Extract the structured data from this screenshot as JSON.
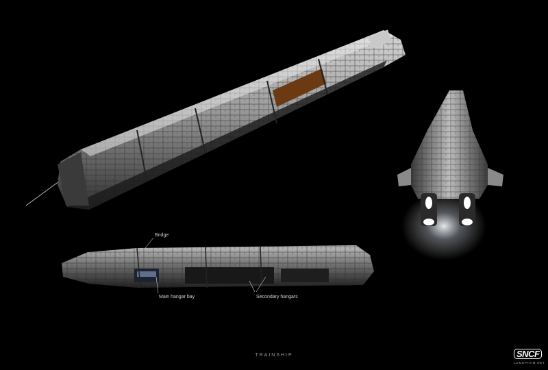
{
  "artwork": {
    "title": "TRAINSHIP",
    "logo_text": "SNCF",
    "logo_subtext": "LONGPHAM.NET",
    "callouts": {
      "bridge": "Bridge",
      "main_hangar": "Main hangar bay",
      "secondary_hangars": "Secondary hangars"
    },
    "colors": {
      "background": "#000000",
      "hull": "#8e8e8e",
      "engine_glow": "#ffffff",
      "accent_panel": "#6b3a12"
    }
  }
}
